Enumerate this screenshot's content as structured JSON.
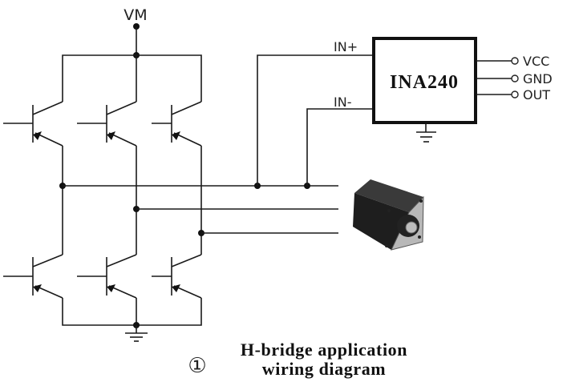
{
  "diagram": {
    "supply_label": "VM",
    "chip": {
      "name": "INA240",
      "inputs": [
        "IN+",
        "IN-"
      ],
      "outputs": [
        "VCC",
        "GND",
        "OUT"
      ]
    },
    "transistors": {
      "high_side_count": 3,
      "low_side_count": 3,
      "type": "NPN"
    },
    "load": "stepper-motor",
    "caption": {
      "number_glyph": "①",
      "line1": "H-bridge application",
      "line2": "wiring diagram"
    }
  }
}
